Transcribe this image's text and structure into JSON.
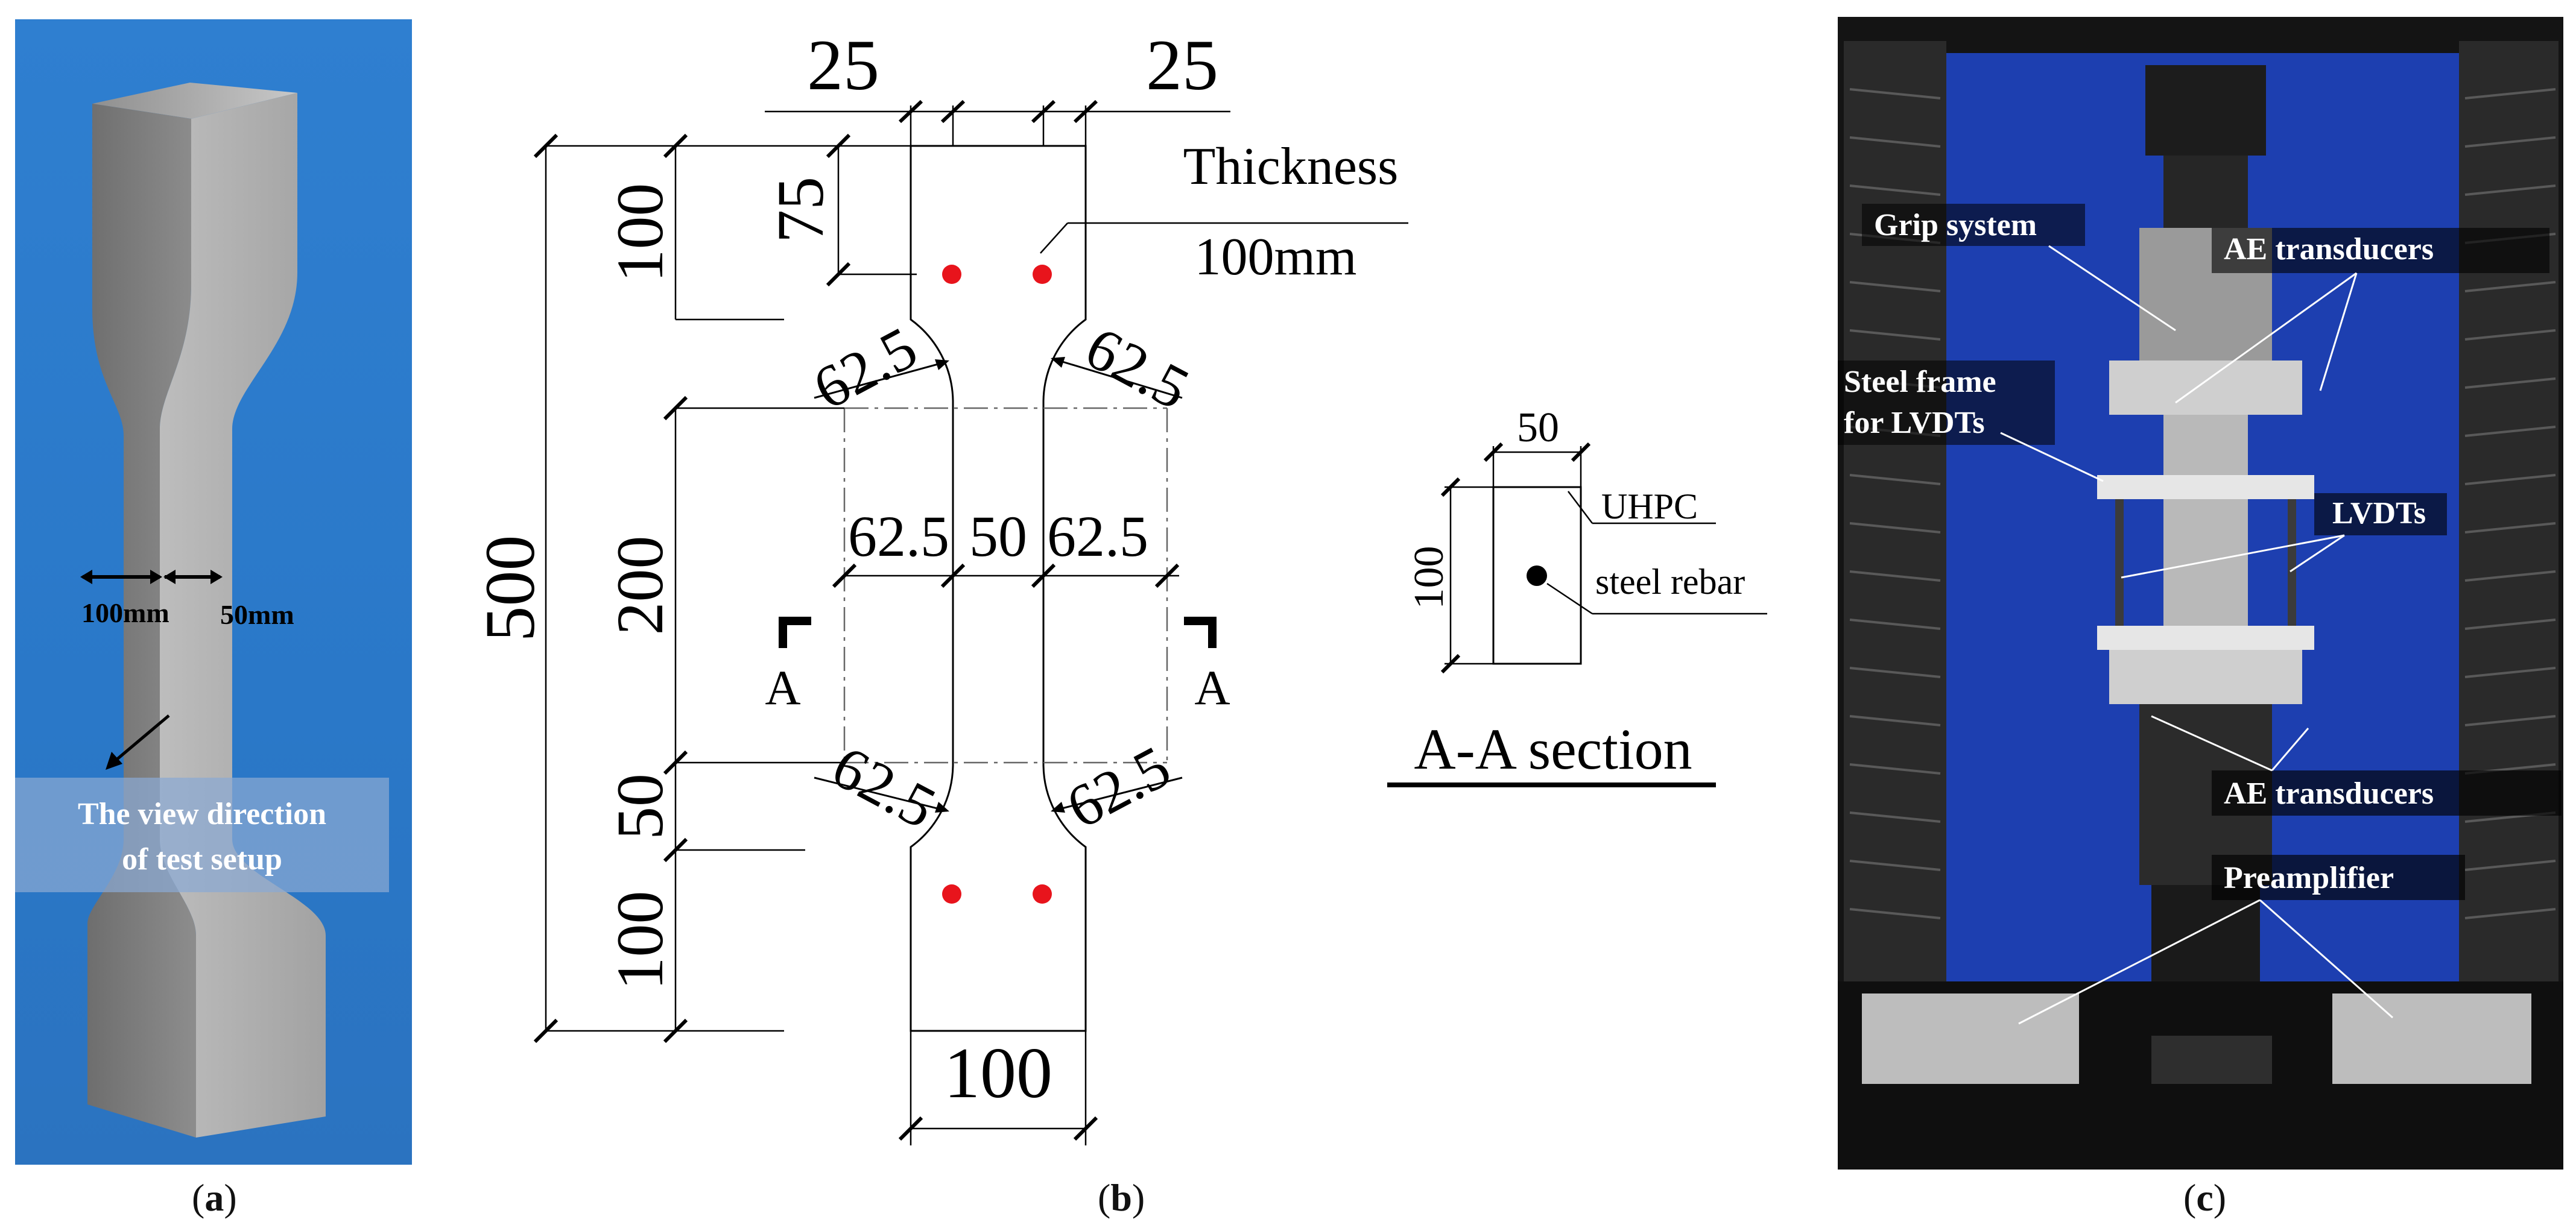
{
  "panel_a": {
    "caption_prefix": "(",
    "caption_letter": "a",
    "caption_suffix": ")",
    "width_label": "100mm",
    "thickness_label": "50mm",
    "view_label_line1": "The view direction",
    "view_label_line2": "of test setup"
  },
  "panel_b": {
    "caption_prefix": "(",
    "caption_letter": "b",
    "caption_suffix": ")",
    "dim_top_left": "25",
    "dim_top_right": "25",
    "dim_total": "500",
    "dim_grip_top": "100",
    "dim_hole": "75",
    "thickness_line1": "Thickness",
    "thickness_line2": "100mm",
    "radius_ul": "62.5",
    "radius_ur": "62.5",
    "radius_ll": "62.5",
    "radius_lr": "62.5",
    "dim_gauge": "200",
    "dim_mid_left": "62.5",
    "dim_mid_center": "50",
    "dim_mid_right": "62.5",
    "section_mark_left": "A",
    "section_mark_right": "A",
    "dim_transition": "50",
    "dim_grip_bottom": "100",
    "dim_bottom_width": "100"
  },
  "section": {
    "width": "50",
    "height": "100",
    "material": "UHPC",
    "rebar": "steel rebar",
    "title": "A-A section"
  },
  "panel_c": {
    "caption_prefix": "(",
    "caption_letter": "c",
    "caption_suffix": ")",
    "label_grip": "Grip system",
    "label_ae_top": "AE transducers",
    "label_frame_line1": "Steel frame",
    "label_frame_line2": "for LVDTs",
    "label_lvdts": "LVDTs",
    "label_ae_bottom": "AE transducers",
    "label_preamp": "Preamplifier"
  },
  "colors": {
    "photo_a_background": "#2b78c8",
    "specimen": "#a9a9a9",
    "rebar_points": "#e8141c",
    "section_rebar": "#000000",
    "machine_background": "#141414",
    "machine_panel": "#1d3fb0"
  }
}
